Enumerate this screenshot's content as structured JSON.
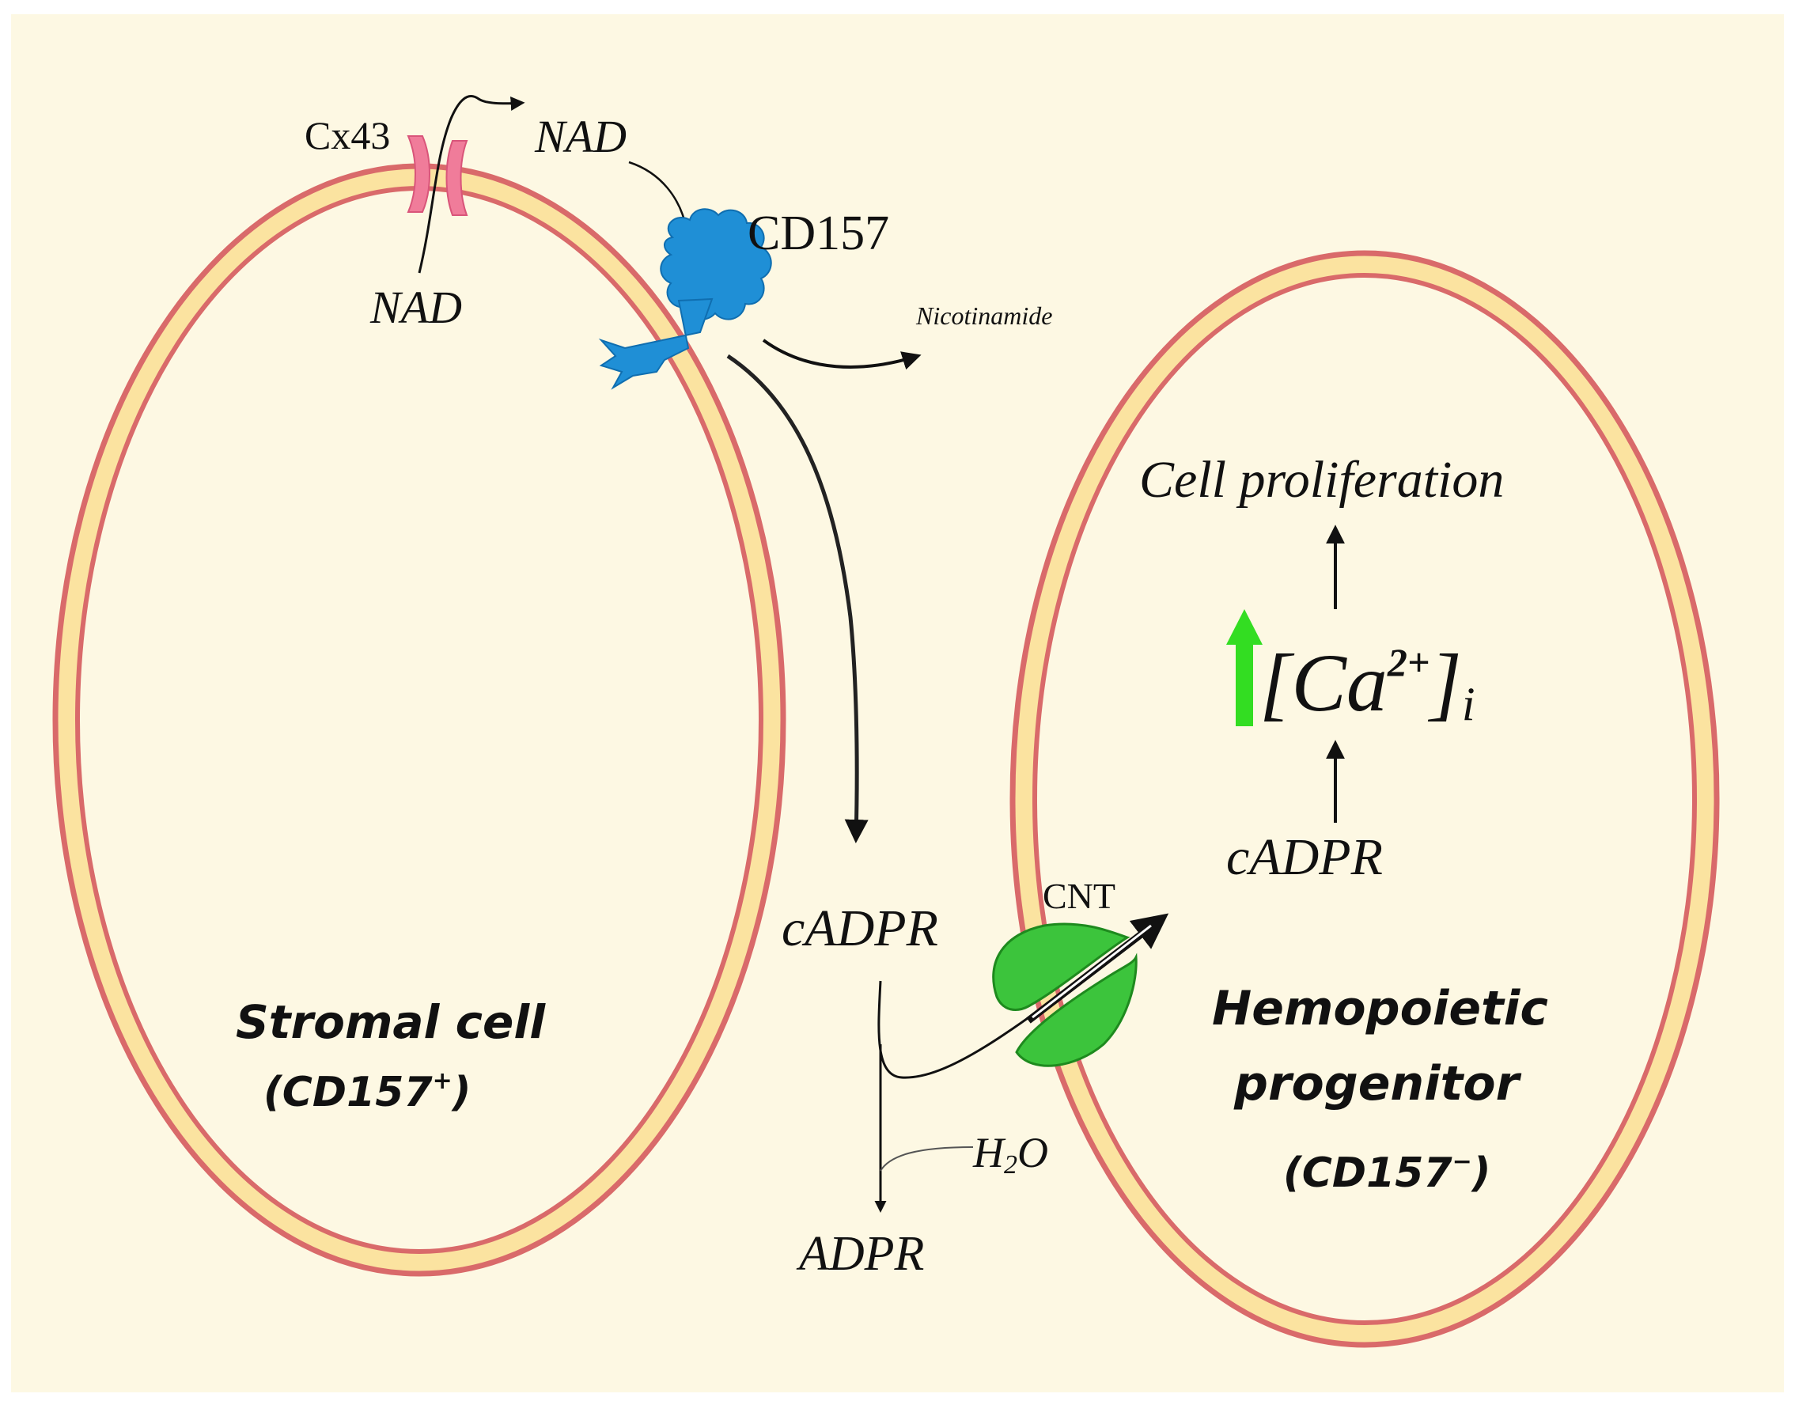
{
  "labels": {
    "cx43": "Cx43",
    "nad_top": "NAD",
    "nad_inside": "NAD",
    "cd157": "CD157",
    "nicotinamide": "Nicotinamide",
    "cadpr_mid": "cADPR",
    "cnt": "CNT",
    "h2o_h": "H",
    "h2o_sub": "2",
    "h2o_o": "O",
    "adpr": "ADPR",
    "cell_proliferation": "Cell proliferation",
    "ca_open": "[Ca",
    "ca_sup": "2+",
    "ca_close": "]",
    "ca_sub": "i",
    "cadpr_right": "cADPR",
    "stromal_title": "Stromal cell",
    "stromal_sub_main": "(CD157",
    "stromal_sub_sup": "+",
    "stromal_sub_end": ")",
    "hemo_line1": "Hemopoietic",
    "hemo_line2": "progenitor",
    "hemo_sub_main": "(CD157",
    "hemo_sub_sup": "−",
    "hemo_sub_end": ")"
  },
  "colors": {
    "background": "#fdf8e3",
    "membrane_fill": "#fbe3a0",
    "membrane_stroke": "#d96a6a",
    "cx43": "#f07c9a",
    "cd157": "#1f8fd6",
    "cnt": "#3cc43c",
    "ca_arrow": "#33dd22",
    "arrow": "#111111"
  },
  "icons": {
    "cd157": "cd157-enzyme-icon",
    "cnt": "cnt-transporter-icon",
    "cx43": "cx43-hemichannel-icon",
    "ca_up": "up-arrow-icon"
  }
}
